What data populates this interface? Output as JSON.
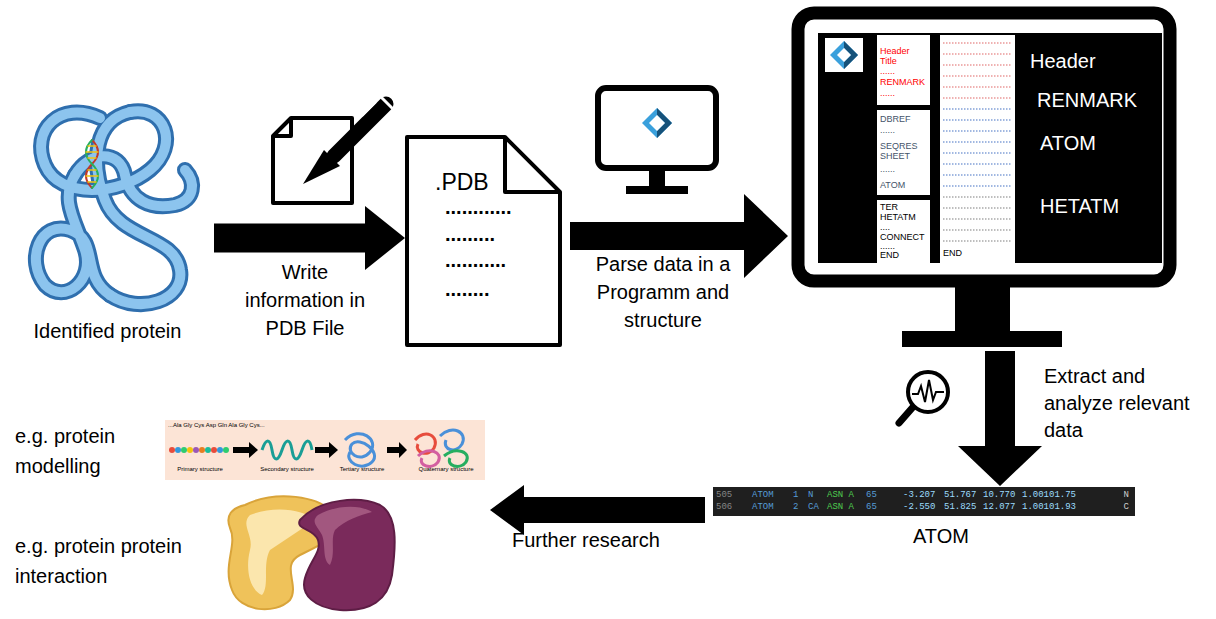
{
  "diagram": {
    "nodes": [
      {
        "text": [
          "Identified protein"
        ]
      },
      {
        "text": [
          ".PDB",
          "............",
          ".........",
          "...........",
          "........"
        ]
      },
      {
        "text": [
          "Header",
          "RENMARK",
          "ATOM",
          "HETATM"
        ]
      },
      {
        "text": [
          "Header",
          "Title",
          "......",
          "RENMARK",
          "......"
        ],
        "in": 2
      },
      {
        "text": [
          "DBREF",
          "......",
          "SEQRES",
          "SHEET",
          "......",
          "ATOM"
        ],
        "in": 2
      },
      {
        "text": [
          "TER",
          "HETATM",
          "....",
          "CONNECT",
          "......",
          "END"
        ],
        "in": 2
      },
      {
        "text": [
          "END"
        ],
        "in": 2
      },
      {
        "text": [
          "505",
          "ATOM",
          "1",
          "N",
          "ASN A",
          "65",
          "-3.207",
          "51.767",
          "10.770",
          "1.00101.75",
          "N",
          "506",
          "ATOM",
          "2",
          "CA",
          "ASN A",
          "65",
          "-2.550",
          "51.825",
          "12.077",
          "1.00101.93",
          "C",
          "ATOM"
        ]
      },
      {
        "text": [
          "e.g. protein modelling",
          "e.g. protein protein interaction"
        ]
      }
    ],
    "edges": [
      {
        "from": 0,
        "to": 1,
        "arrow": "to",
        "label": "Write information in PDB File"
      },
      {
        "from": 1,
        "to": 2,
        "arrow": "to",
        "label": "Parse data in a Programm and structure"
      },
      {
        "from": 2,
        "to": 7,
        "arrow": "to",
        "label": "Extract and analyze relevant data"
      },
      {
        "from": 7,
        "to": 8,
        "arrow": "to",
        "label": "Further research"
      }
    ],
    "labels": [
      "...Ala Gly Cys Asp Gln Ala Gly Cys...",
      "Primary structure",
      "Secondary structure",
      "Tertiary structure",
      "Quaternary structure"
    ]
  }
}
